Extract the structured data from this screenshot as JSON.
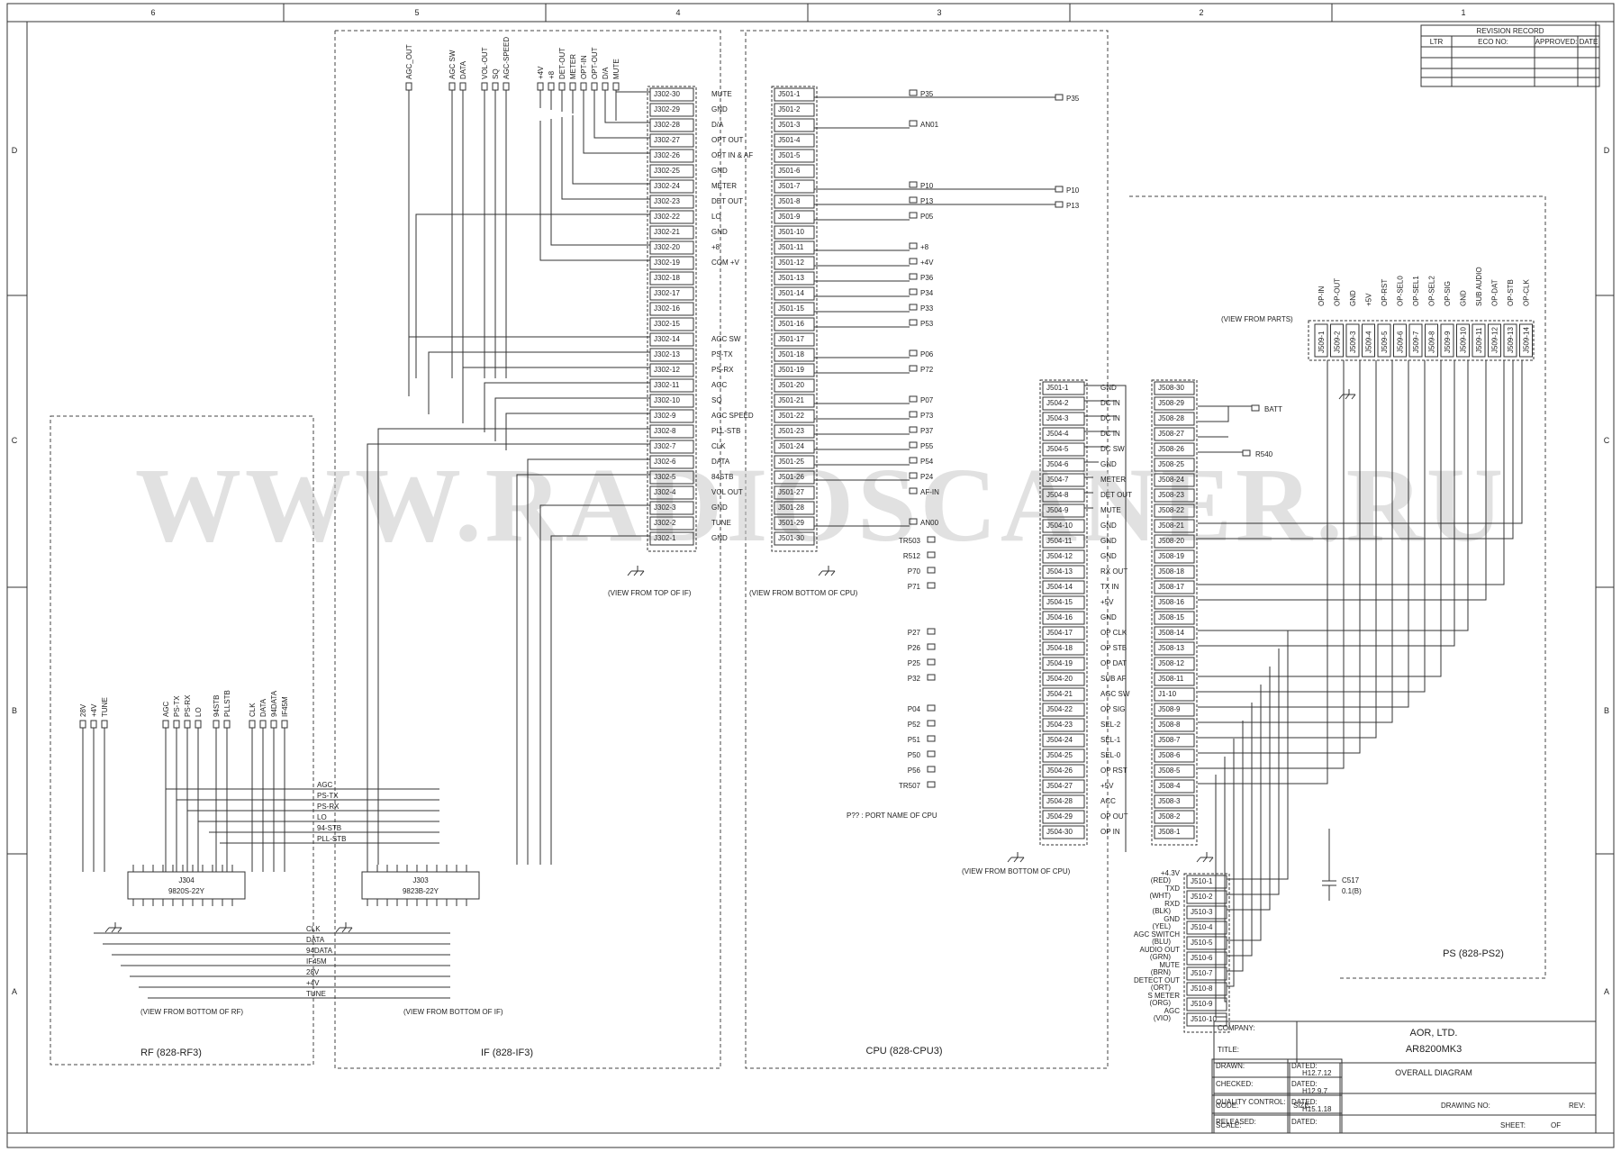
{
  "zones": [
    "6",
    "5",
    "4",
    "3",
    "2",
    "1"
  ],
  "rows": [
    "D",
    "C",
    "B",
    "A"
  ],
  "watermark": "WWW.RADIOSCANER.RU",
  "revision": {
    "title": "REVISION RECORD",
    "cols": [
      "LTR",
      "ECO NO:",
      "APPROVED:",
      "DATE"
    ]
  },
  "sections": {
    "rf": "RF (828-RF3)",
    "if": "IF (828-IF3)",
    "cpu": "CPU (828-CPU3)",
    "ps": "PS (828-PS2)"
  },
  "views": {
    "if_top": "(VIEW FROM TOP OF IF)",
    "cpu_bottom1": "(VIEW FROM BOTTOM OF CPU)",
    "cpu_bottom2": "(VIEW FROM BOTTOM OF CPU)",
    "rf_bottom": "(VIEW FROM BOTTOM OF RF)",
    "if_bottom": "(VIEW FROM BOTTOM OF IF)",
    "parts": "(VIEW FROM PARTS)"
  },
  "port_note": "P?? : PORT NAME OF CPU",
  "j302": {
    "pins": [
      "J302-30",
      "J302-29",
      "J302-28",
      "J302-27",
      "J302-26",
      "J302-25",
      "J302-24",
      "J302-23",
      "J302-22",
      "J302-21",
      "J302-20",
      "J302-19",
      "J302-18",
      "J302-17",
      "J302-16",
      "J302-15",
      "J302-14",
      "J302-13",
      "J302-12",
      "J302-11",
      "J302-10",
      "J302-9",
      "J302-8",
      "J302-7",
      "J302-6",
      "J302-5",
      "J302-4",
      "J302-3",
      "J302-2",
      "J302-1"
    ],
    "labels": [
      "MUTE",
      "GND",
      "D/A",
      "OPT OUT",
      "OPT IN & AF",
      "GND",
      "METER",
      "DET OUT",
      "LO",
      "GND",
      "+8",
      "COM +V",
      "",
      "",
      "",
      "",
      "AGC SW",
      "PS-TX",
      "PS-RX",
      "AGC",
      "SQ",
      "AGC SPEED",
      "PLL-STB",
      "CLK",
      "DATA",
      "84STB",
      "VOL OUT",
      "GND",
      "TUNE",
      "GND"
    ]
  },
  "j302_top": [
    "+4V",
    "+8",
    "DET-OUT",
    "METER",
    "OPT-IN",
    "OPT-OUT",
    "D/A",
    "MUTE"
  ],
  "if_top": [
    "AGC_OUT",
    "AGC SW",
    "DATA",
    "VOL-OUT",
    "SQ",
    "AGC-SPEED"
  ],
  "j501": {
    "pins": [
      "J501-1",
      "J501-2",
      "J501-3",
      "J501-4",
      "J501-5",
      "J501-6",
      "J501-7",
      "J501-8",
      "J501-9",
      "J501-10",
      "J501-11",
      "J501-12",
      "J501-13",
      "J501-14",
      "J501-15",
      "J501-16",
      "J501-17",
      "J501-18",
      "J501-19",
      "J501-20",
      "J501-21",
      "J501-22",
      "J501-23",
      "J501-24",
      "J501-25",
      "J501-26",
      "J501-27",
      "J501-28",
      "J501-29",
      "J501-30"
    ],
    "ports": [
      "P35",
      "",
      "AN01",
      "",
      "",
      "",
      "P10",
      "P13",
      "P05",
      "",
      "+8",
      "+4V",
      "P36",
      "P34",
      "P33",
      "P53",
      "",
      "P06",
      "P72",
      "",
      "P07",
      "P73",
      "P37",
      "P55",
      "P54",
      "P24",
      "AF-IN",
      "",
      "AN00",
      ""
    ]
  },
  "j504": {
    "pins": [
      "J501-1",
      "J504-2",
      "J504-3",
      "J504-4",
      "J504-5",
      "J504-6",
      "J504-7",
      "J504-8",
      "J504-9",
      "J504-10",
      "J504-11",
      "J504-12",
      "J504-13",
      "J504-14",
      "J504-15",
      "J504-16",
      "J504-17",
      "J504-18",
      "J504-19",
      "J504-20",
      "J504-21",
      "J504-22",
      "J504-23",
      "J504-24",
      "J504-25",
      "J504-26",
      "J504-27",
      "J504-28",
      "J504-29",
      "J504-30"
    ],
    "labels": [
      "GND",
      "DC IN",
      "DC IN",
      "DC IN",
      "DC SW",
      "GND",
      "METER",
      "DET OUT",
      "MUTE",
      "GND",
      "GND",
      "GND",
      "RX OUT",
      "TX IN",
      "+5V",
      "GND",
      "OP CLK",
      "OP STB",
      "OP DAT",
      "SUB AF",
      "AGC SW",
      "OP SIG",
      "SEL-2",
      "SEL-1",
      "SEL-0",
      "OP RST",
      "+5V",
      "ACC",
      "OP OUT",
      "OP IN"
    ],
    "ports": [
      "",
      "",
      "",
      "",
      "",
      "",
      "",
      "",
      "",
      "",
      "TR503",
      "R512",
      "P70",
      "P71",
      "",
      "",
      "P27",
      "P26",
      "P25",
      "P32",
      "",
      "P04",
      "P52",
      "P51",
      "P50",
      "P56",
      "TR507",
      "",
      "",
      ""
    ]
  },
  "j508": {
    "pins": [
      "J508-30",
      "J508-29",
      "J508-28",
      "J508-27",
      "J508-26",
      "J508-25",
      "J508-24",
      "J508-23",
      "J508-22",
      "J508-21",
      "J508-20",
      "J508-19",
      "J508-18",
      "J508-17",
      "J508-16",
      "J508-15",
      "J508-14",
      "J508-13",
      "J508-12",
      "J508-11",
      "J1-10",
      "J508-9",
      "J508-8",
      "J508-7",
      "J508-6",
      "J508-5",
      "J508-4",
      "J508-3",
      "J508-2",
      "J508-1"
    ],
    "batt": "BATT",
    "r540": "R540"
  },
  "j509": {
    "pins": [
      "J509-1",
      "J509-2",
      "J509-3",
      "J509-4",
      "J509-5",
      "J509-6",
      "J509-7",
      "J509-8",
      "J509-9",
      "J509-10",
      "J509-11",
      "J509-12",
      "J509-13",
      "J509-14"
    ],
    "labels": [
      "OP-IN",
      "OP-OUT",
      "GND",
      "+5V",
      "OP-RST",
      "OP-SEL0",
      "OP-SEL1",
      "OP-SEL2",
      "OP-SIG",
      "GND",
      "SUB AUDIO",
      "OP-DAT",
      "OP-STB",
      "OP-CLK"
    ]
  },
  "j510": {
    "pins": [
      "J510-1",
      "J510-2",
      "J510-3",
      "J510-4",
      "J510-5",
      "J510-6",
      "J510-7",
      "J510-8",
      "J510-9",
      "J510-10"
    ],
    "labels": [
      "+4.3V (RED)",
      "TXD (WHT)",
      "RXD (BLK)",
      "GND (YEL)",
      "AGC SWITCH (BLU)",
      "AUDIO OUT (GRN)",
      "MUTE (BRN)",
      "DETECT OUT (ORT)",
      "S METER (ORG)",
      "AGC (VIO)"
    ]
  },
  "cap": {
    "ref": "C517",
    "value": "0.1(B)"
  },
  "j304": {
    "name": "J304",
    "part": "9820S-22Y"
  },
  "j303": {
    "name": "J303",
    "part": "9823B-22Y"
  },
  "rf_top": [
    "28V",
    "+4V",
    "TUNE",
    "AGC",
    "PS-TX",
    "PS-RX",
    "LO",
    "94STB",
    "PLLSTB",
    "CLK",
    "DATA",
    "94DATA",
    "IF45M"
  ],
  "bus_upper": [
    "AGC",
    "PS-TX",
    "PS-RX",
    "LO",
    "94-STB",
    "PLL-STB"
  ],
  "bus_lower": [
    "CLK",
    "DATA",
    "94DATA",
    "IF45M",
    "28V",
    "+4V",
    "TUNE"
  ],
  "titleblock": {
    "company_label": "COMPANY:",
    "company": "AOR, LTD.",
    "title_label": "TITLE:",
    "title": "AR8200MK3",
    "subtitle": "OVERALL DIAGRAM",
    "drawn": "DRAWN:",
    "drawn_date": "H12.7.12",
    "checked": "CHECKED:",
    "checked_date": "H12.9.7",
    "qc": "QUALITY CONTROL:",
    "qc_date": "H15.1.18",
    "released": "RELEASED:",
    "dated": "DATED:",
    "code": "CODE:",
    "size": "SIZE:",
    "drawing_no": "DRAWING NO:",
    "rev": "REV:",
    "scale": "SCALE:",
    "sheet": "SHEET:",
    "of": "OF"
  }
}
